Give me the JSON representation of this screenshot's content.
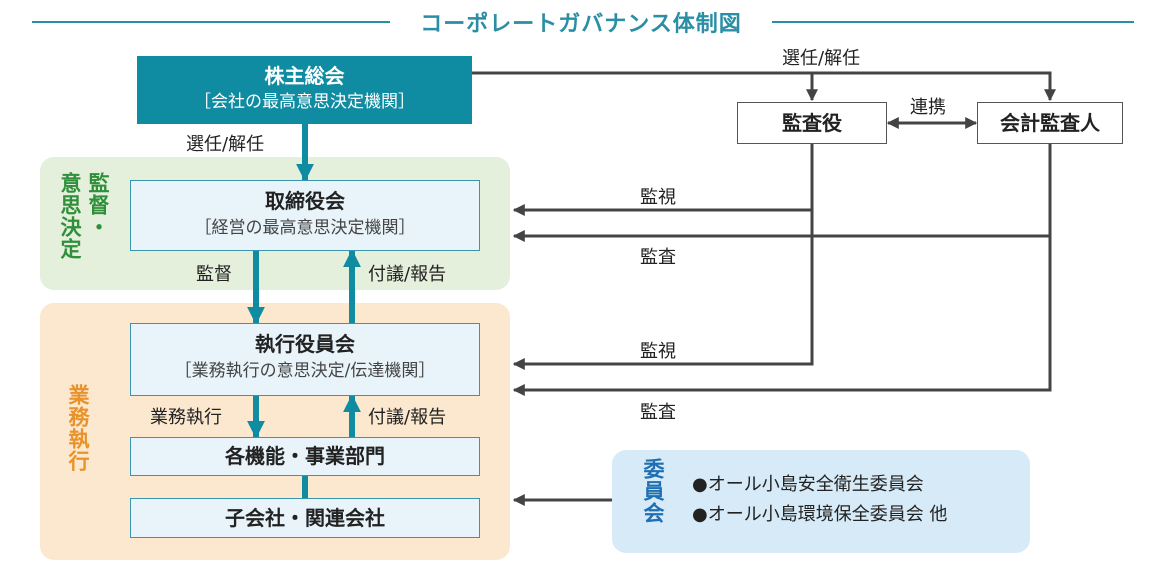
{
  "title": "コーポレートガバナンス体制図",
  "colors": {
    "teal": "#0f8ba2",
    "title": "#2a8ea5",
    "green_zone": "#e4efdc",
    "orange_zone": "#fbe8cf",
    "blue_zone": "#d6ebf7",
    "arrow_dark": "#444444"
  },
  "zones": {
    "supervision": "監督・意思決定",
    "supervision_col1": "監督・",
    "supervision_col2": "意思決定",
    "execution": "業務執行",
    "committee": "委員会"
  },
  "nodes": {
    "shareholders": {
      "title": "株主総会",
      "sub": "［会社の最高意思決定機関］"
    },
    "board": {
      "title": "取締役会",
      "sub": "［経営の最高意思決定機関］"
    },
    "exec_committee": {
      "title": "執行役員会",
      "sub": "［業務執行の意思決定/伝達機関］"
    },
    "divisions": {
      "title": "各機能・事業部門"
    },
    "subsidiaries": {
      "title": "子会社・関連会社"
    },
    "auditor": {
      "title": "監査役"
    },
    "accounting_auditor": {
      "title": "会計監査人"
    }
  },
  "edge_labels": {
    "elect_dismiss_top": "選任/解任",
    "elect_dismiss_board": "選任/解任",
    "cooperation": "連携",
    "supervise_board": "監督",
    "report_board": "付議/報告",
    "execute": "業務執行",
    "report_exec": "付議/報告",
    "monitor_1": "監視",
    "audit_1": "監査",
    "monitor_2": "監視",
    "audit_2": "監査"
  },
  "committees": [
    "●オール小島安全衛生委員会",
    "●オール小島環境保全委員会 他"
  ]
}
